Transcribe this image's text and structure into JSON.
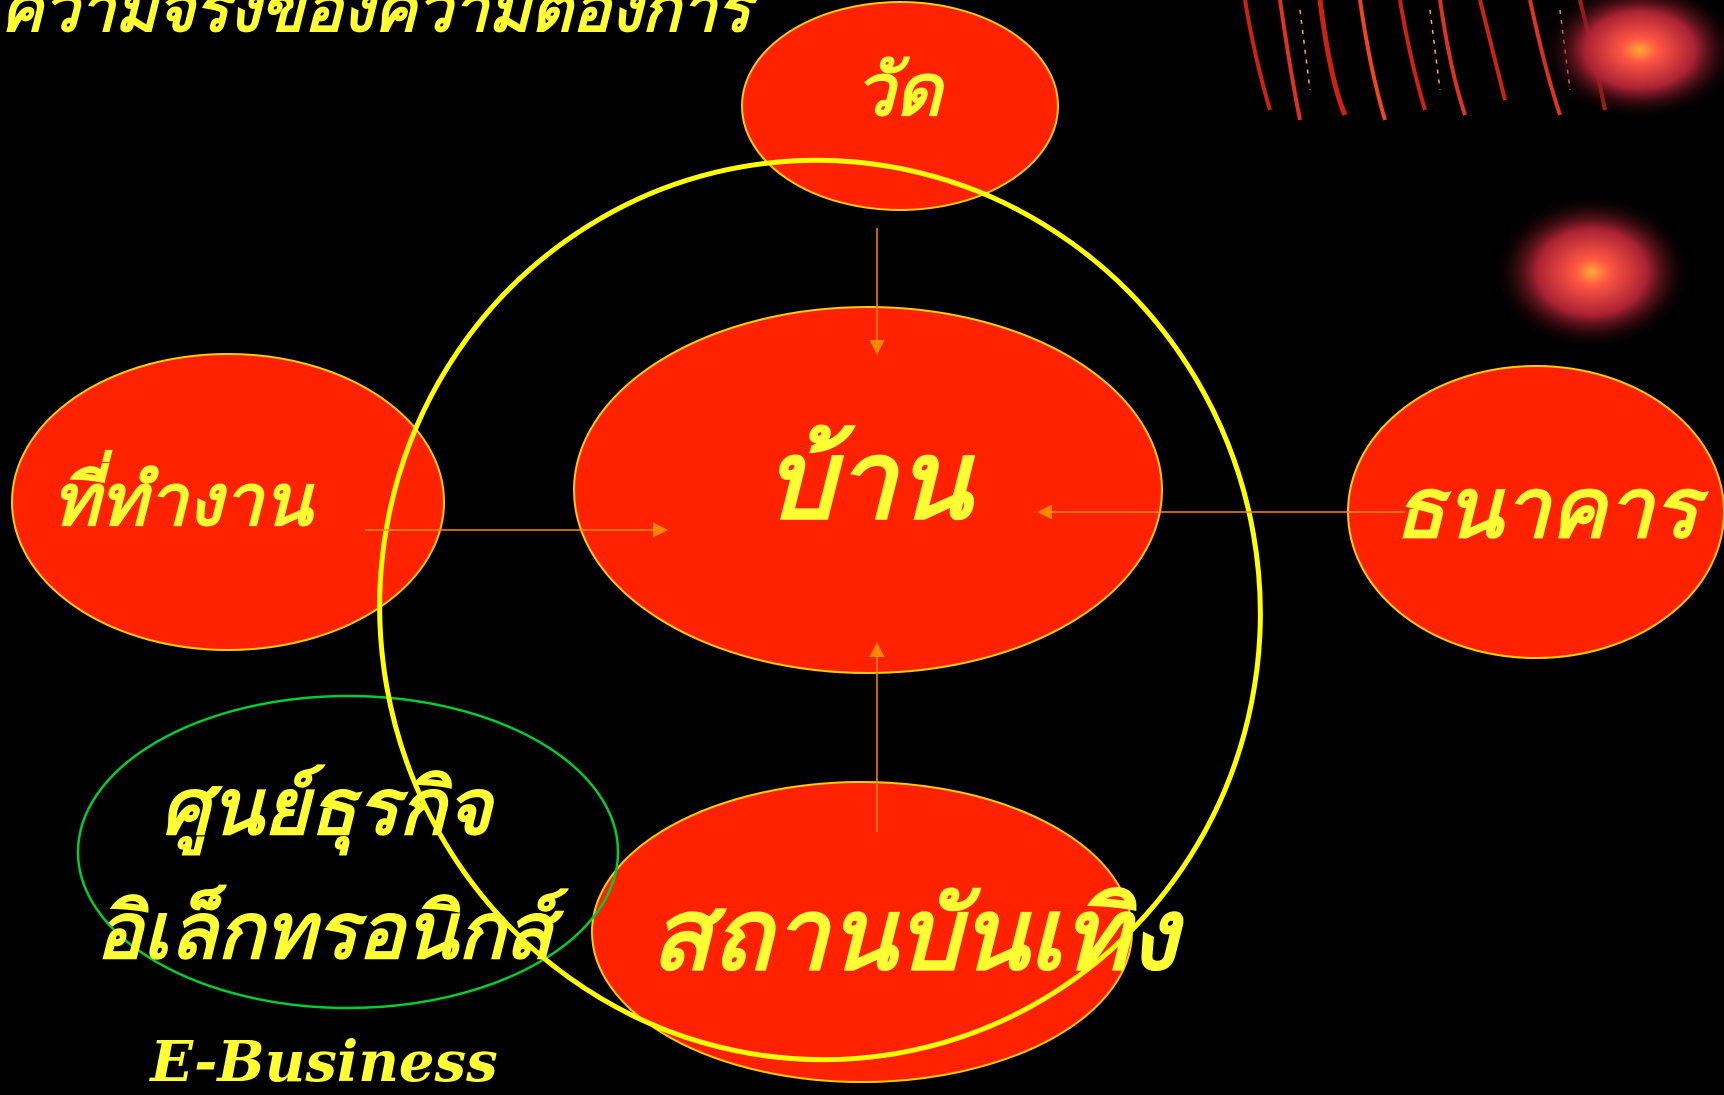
{
  "title_fragment": "ความจริงของความต้องการ",
  "nodes": {
    "center": {
      "label": "บ้าน"
    },
    "top": {
      "label": "วัด"
    },
    "left": {
      "label": "ที่ทำงาน"
    },
    "right": {
      "label": "ธนาคาร"
    },
    "bottom": {
      "label": "สถานบันเทิง"
    },
    "ebiz": {
      "line1": "ศูนย์ธุรกิจ",
      "line2": "อิเล็กทรอนิกส์"
    }
  },
  "caption": "E-Business",
  "colors": {
    "background": "#000000",
    "node_fill": "#ff2200",
    "node_stroke": "#ffcc00",
    "text": "#ffff33",
    "ring": "#ffff00",
    "arrow": "#ff8800",
    "ebiz_stroke": "#00cc33"
  }
}
